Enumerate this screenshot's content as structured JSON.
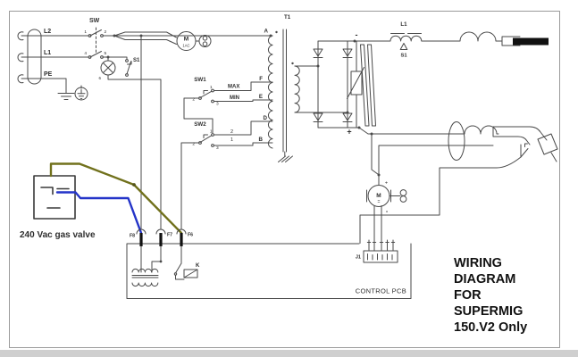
{
  "diagram": {
    "mains": {
      "l2": "L2",
      "l1": "L1",
      "pe": "PE"
    },
    "sw": {
      "name": "SW",
      "c1": "1",
      "c2": "2",
      "c4": "4",
      "c5": "5"
    },
    "lamp_pin": "6",
    "s1_left": "S1",
    "sw1": {
      "name": "SW1",
      "c1": "1",
      "c2": "2",
      "c3": "3",
      "max": "MAX",
      "min": "MIN"
    },
    "sw2": {
      "name": "SW2",
      "c1": "1",
      "c2": "2",
      "c3": "3",
      "w2": "2",
      "w1": "1"
    },
    "t1": {
      "name": "T1",
      "tap_a": "A",
      "tap_f": "F",
      "tap_e": "E",
      "tap_d": "D",
      "tap_b": "B"
    },
    "fan_motor": {
      "m": "M",
      "type": "1AC"
    },
    "bridge": {
      "minus": "-",
      "plus": "+"
    },
    "choke": {
      "name": "L1",
      "sensor": "S1"
    },
    "feed_motor": {
      "m": "M",
      "bar": "=",
      "plus": "+",
      "minus": "-"
    },
    "gas_valve_label": "240 Vac gas valve",
    "pcb": {
      "name": "CONTROL PCB",
      "f8": "F8",
      "f7": "F7",
      "f6": "F6",
      "j1": "J1",
      "relay": "K"
    },
    "title_block": {
      "l1": "WIRING",
      "l2": "DIAGRAM",
      "l3": "FOR",
      "l4": "SUPERMIG",
      "l5": "150.V2 Only"
    }
  },
  "colors": {
    "line": "#4a4a4a",
    "blue_wire": "#2434c8",
    "olive_wire": "#71711c",
    "pin": "#111111",
    "border": "#9a9a9a",
    "bottom_bar": "#cfcfcf",
    "background": "#ffffff"
  }
}
